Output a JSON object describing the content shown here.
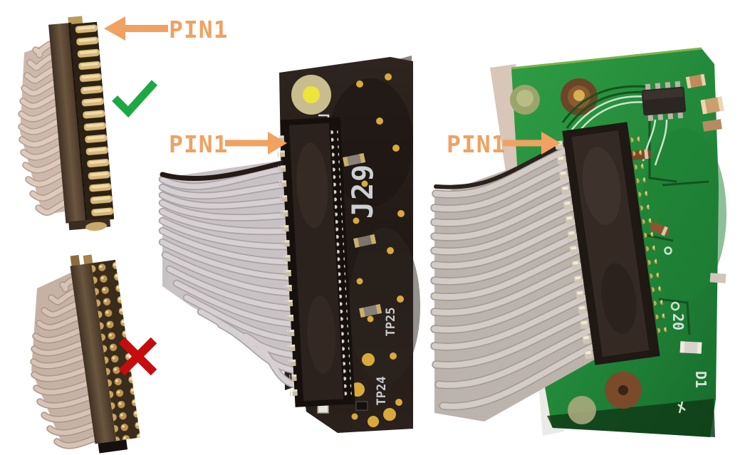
{
  "annotations": {
    "pin1_label": "PIN1",
    "arrow_color": "#F1A160",
    "check_color": "#1CA843",
    "cross_color": "#C60D0D"
  },
  "orientation_examples": {
    "correct_mark": "check",
    "wrong_mark": "cross"
  },
  "middle_board": {
    "connector_designator": "J29",
    "testpoint_upper_label": "TP25",
    "testpoint_lower_label": "TP24"
  },
  "right_board": {
    "pin_row_label": "20",
    "component_designator": "D1"
  }
}
